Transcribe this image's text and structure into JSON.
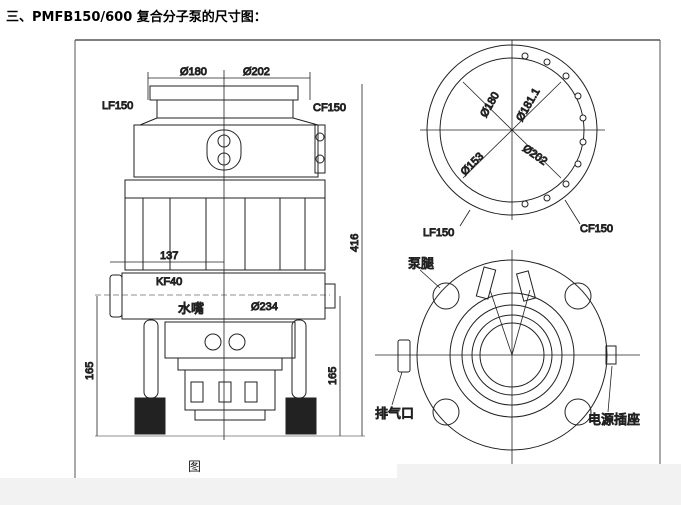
{
  "heading": "三、PMFB150/600 复合分子泵的尺寸图：",
  "side_view": {
    "dia_180": "Ø180",
    "dia_202": "Ø202",
    "lf150": "LF150",
    "cf150": "CF150",
    "height_416": "416",
    "len_137": "137",
    "kf40": "KF40",
    "water_nozzle": "水嘴",
    "dia_234": "Ø234",
    "height_165_left": "165",
    "height_165_right": "165"
  },
  "top_view": {
    "dia_180": "Ø180",
    "dia_181": "Ø181.1",
    "dia_153": "Ø153",
    "dia_202": "Ø202",
    "lf150": "LF150",
    "cf150": "CF150"
  },
  "bottom_view": {
    "pump_leg": "泵腿",
    "exhaust": "排气口",
    "power_socket": "电源插座"
  },
  "caption": "图"
}
